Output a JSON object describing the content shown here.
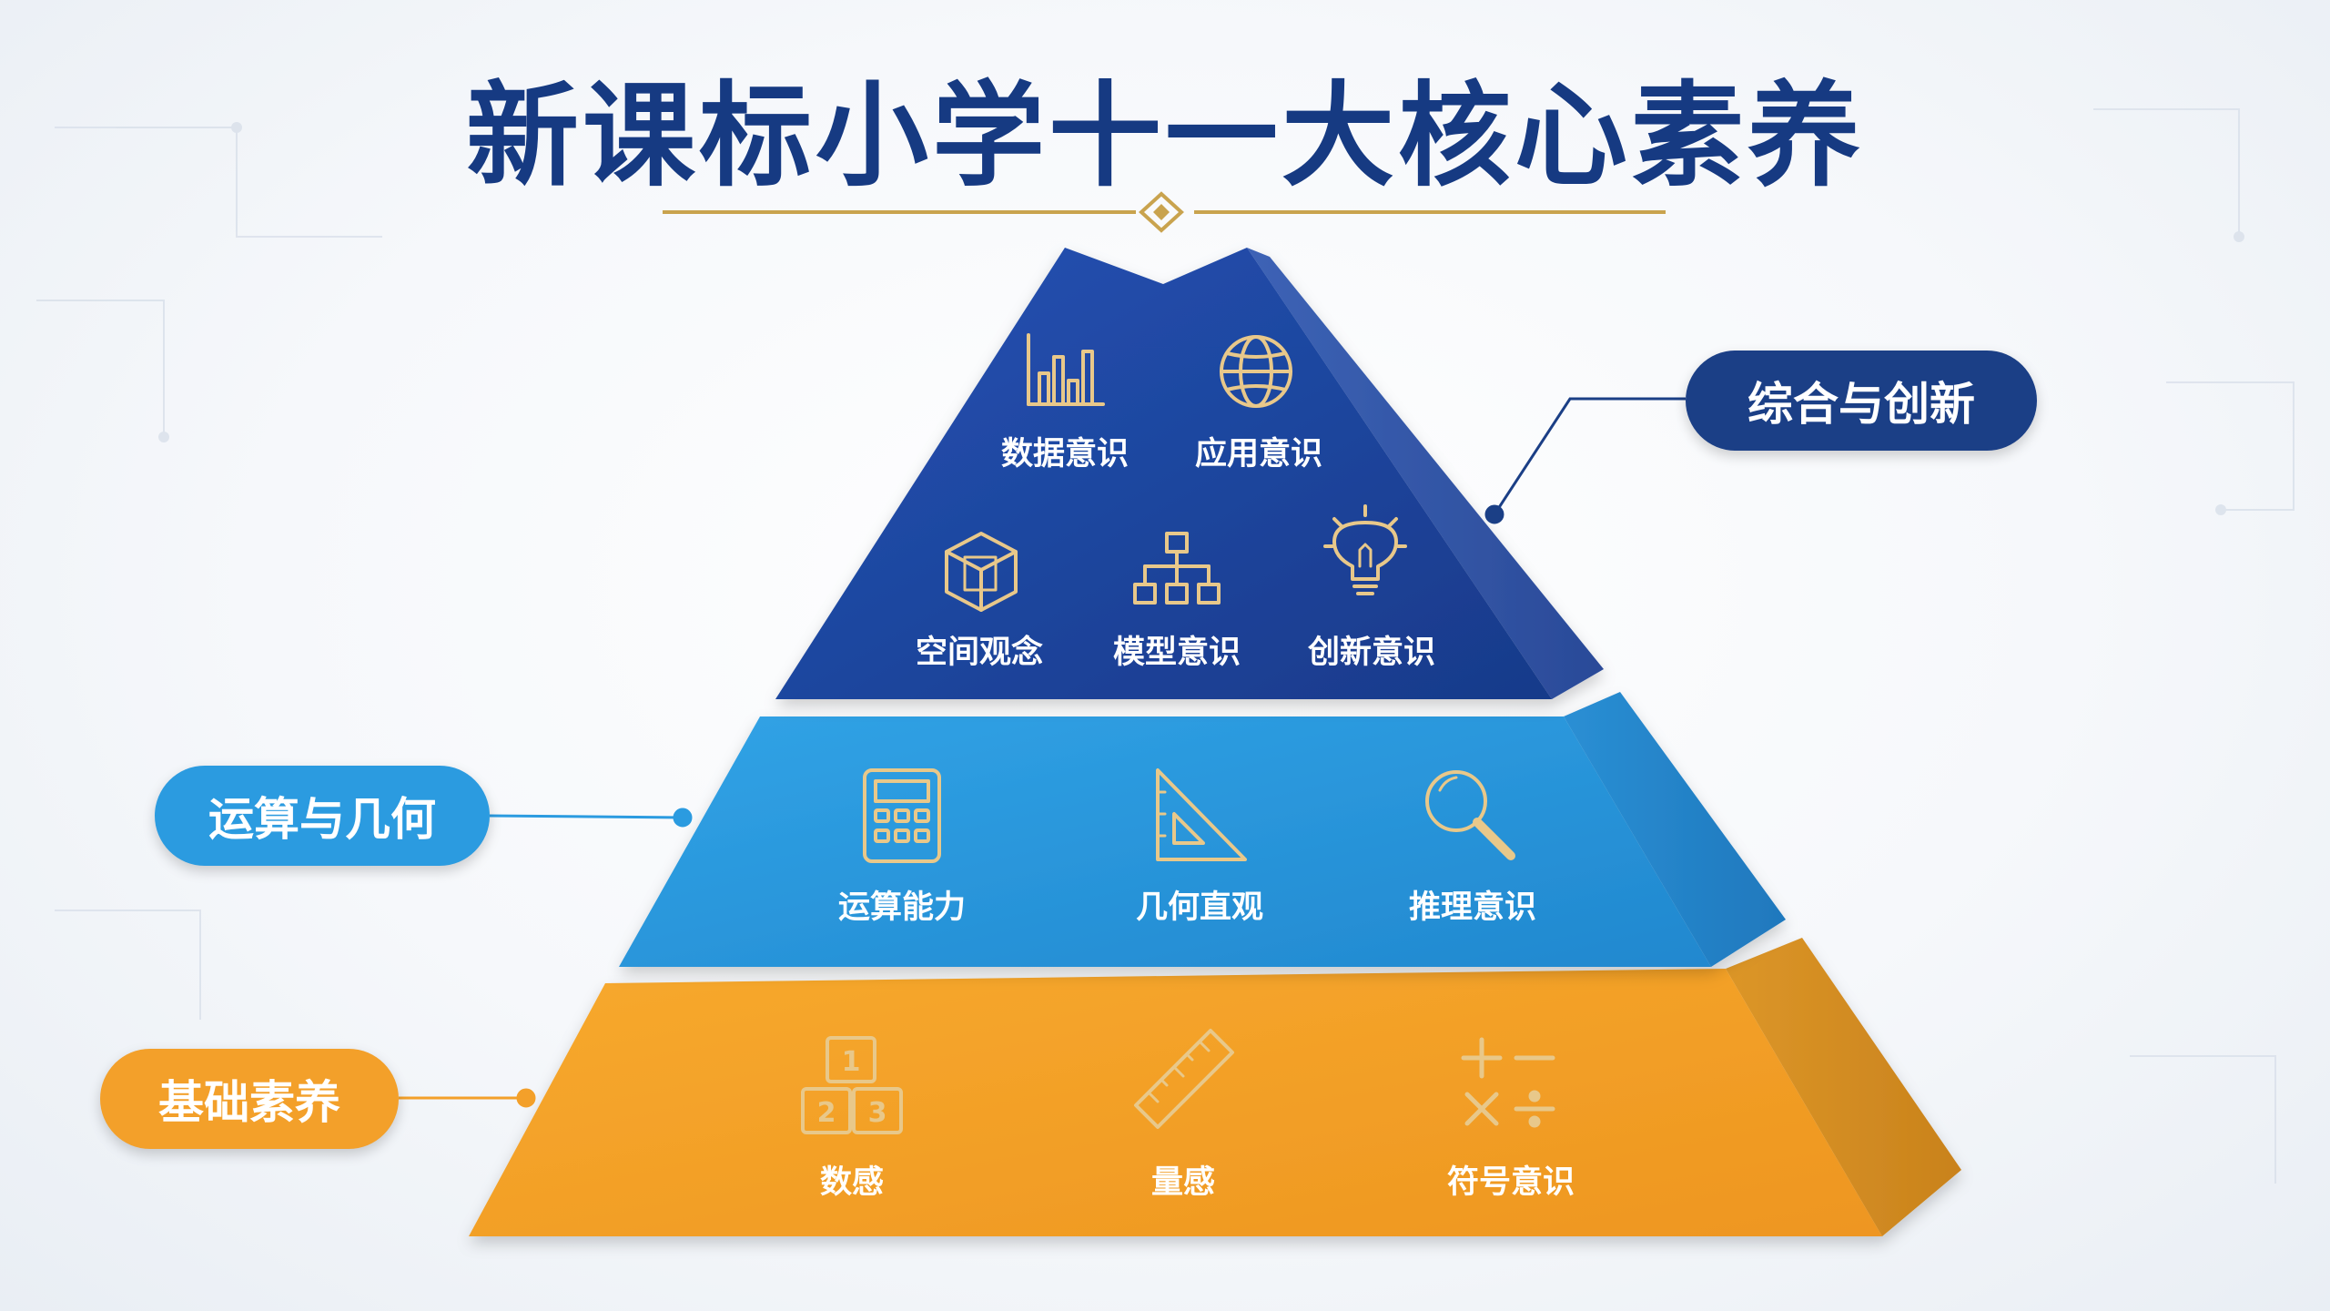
{
  "title": "新课标小学十一大核心素养",
  "tiers": {
    "top": {
      "category": "综合与创新",
      "items": [
        {
          "label": "数据意识",
          "icon": "bar-chart-icon"
        },
        {
          "label": "应用意识",
          "icon": "globe-icon"
        },
        {
          "label": "空间观念",
          "icon": "cube-icon"
        },
        {
          "label": "模型意识",
          "icon": "hierarchy-icon"
        },
        {
          "label": "创新意识",
          "icon": "lightbulb-icon"
        }
      ]
    },
    "middle": {
      "category": "运算与几何",
      "items": [
        {
          "label": "运算能力",
          "icon": "calculator-icon"
        },
        {
          "label": "几何直观",
          "icon": "set-square-icon"
        },
        {
          "label": "推理意识",
          "icon": "magnifier-icon"
        }
      ]
    },
    "bottom": {
      "category": "基础素养",
      "items": [
        {
          "label": "数感",
          "icon": "number-blocks-icon"
        },
        {
          "label": "量感",
          "icon": "ruler-icon"
        },
        {
          "label": "符号意识",
          "icon": "math-symbols-icon"
        }
      ]
    }
  },
  "icon_digits": [
    "1",
    "2",
    "3"
  ],
  "colors": {
    "title": "#163a82",
    "top_tier": "#1b3f96",
    "middle_tier": "#2b9be0",
    "bottom_tier": "#f3a02a",
    "icon_gold": "#e8c88a",
    "divider_gold": "#c9a34e"
  }
}
